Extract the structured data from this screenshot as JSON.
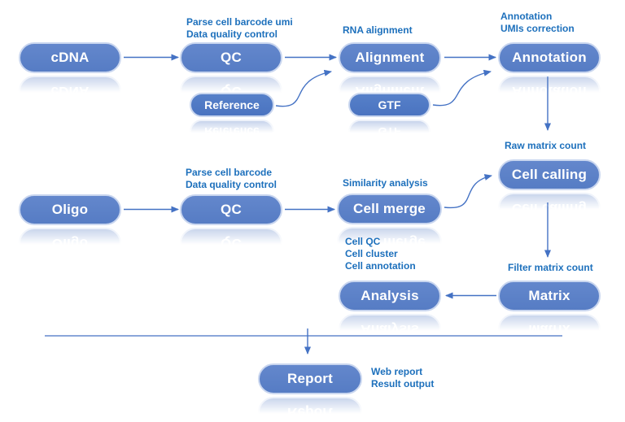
{
  "diagram": {
    "nodes": {
      "cdna": "cDNA",
      "qc_rna": "QC",
      "alignment": "Alignment",
      "annotation": "Annotation",
      "reference": "Reference",
      "gtf": "GTF",
      "oligo": "Oligo",
      "qc_oligo": "QC",
      "cell_merge": "Cell merge",
      "cell_calling": "Cell calling",
      "analysis": "Analysis",
      "matrix": "Matrix",
      "report": "Report"
    },
    "notes": {
      "qc_rna": "Parse cell barcode umi\nData quality control",
      "alignment": "RNA alignment",
      "annotation": "Annotation\nUMIs correction",
      "cell_calling": "Raw matrix count",
      "qc_oligo": "Parse cell barcode\nData quality control",
      "cell_merge": "Similarity analysis",
      "analysis": "Cell QC\nCell cluster\nCell annotation",
      "matrix": "Filter matrix count",
      "report": "Web report\nResult output"
    },
    "colors": {
      "node_fill": "#5b80c6",
      "node_fill_small": "#4e76c2",
      "node_border": "#c9d6ef",
      "node_text": "#ffffff",
      "note_text": "#1d70bc",
      "arrow": "#4472c4"
    }
  }
}
